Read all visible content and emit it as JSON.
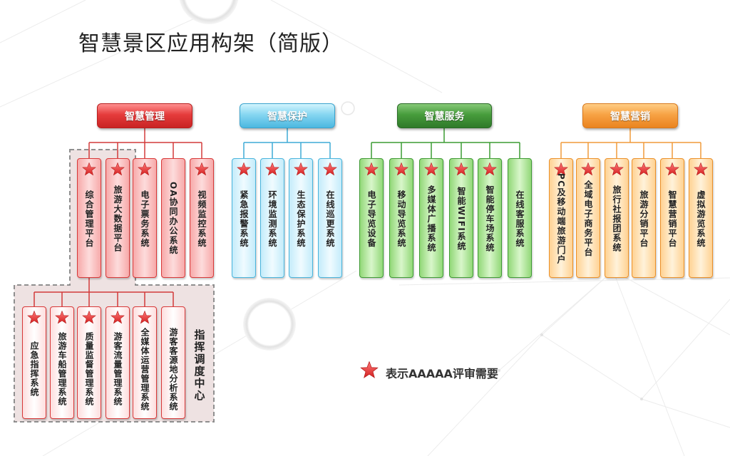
{
  "title": "智慧景区应用构架（简版）",
  "categories": [
    {
      "name": "智慧管理",
      "color": "#e03c3c",
      "items": [
        {
          "label": "综合管理平台",
          "starred": true
        },
        {
          "label": "旅游大数据平台",
          "starred": true
        },
        {
          "label": "电子票务系统",
          "starred": true
        },
        {
          "label": "OA协同办公系统",
          "starred": false
        },
        {
          "label": "视频监控系统",
          "starred": true
        }
      ]
    },
    {
      "name": "智慧保护",
      "color": "#5cc8ea",
      "items": [
        {
          "label": "紧急报警系统",
          "starred": true
        },
        {
          "label": "环境监测系统",
          "starred": true
        },
        {
          "label": "生态保护系统",
          "starred": true
        },
        {
          "label": "在线巡更系统",
          "starred": true
        }
      ]
    },
    {
      "name": "智慧服务",
      "color": "#3f8f3a",
      "items": [
        {
          "label": "电子导览设备",
          "starred": true
        },
        {
          "label": "移动导览系统",
          "starred": true
        },
        {
          "label": "多媒体广播系统",
          "starred": true
        },
        {
          "label": "智能WIFI系统",
          "starred": true
        },
        {
          "label": "智能停车场系统",
          "starred": true
        },
        {
          "label": "在线客服系统",
          "starred": false
        }
      ]
    },
    {
      "name": "智慧营销",
      "color": "#f08a2a",
      "items": [
        {
          "label": "PC及移动端旅游门户",
          "starred": true
        },
        {
          "label": "全域电子商务平台",
          "starred": true
        },
        {
          "label": "旅行社报团系统",
          "starred": true
        },
        {
          "label": "旅游分销平台",
          "starred": true
        },
        {
          "label": "智慧营销平台",
          "starred": true
        },
        {
          "label": "虚拟游览系统",
          "starred": true
        }
      ]
    }
  ],
  "command_center": {
    "label": "指挥调度中心",
    "items": [
      {
        "label": "应急指挥系统",
        "starred": true
      },
      {
        "label": "旅游车船管理系统",
        "starred": true
      },
      {
        "label": "质量监督管理系统",
        "starred": true
      },
      {
        "label": "游客流量管理系统",
        "starred": true
      },
      {
        "label": "全媒体运营管理系统",
        "starred": true
      },
      {
        "label": "游客客源地分析系统",
        "starred": false
      }
    ]
  },
  "legend": {
    "icon": "star-icon",
    "label": "表示AAAAA评审需要",
    "star_color": "#e03b3b"
  }
}
